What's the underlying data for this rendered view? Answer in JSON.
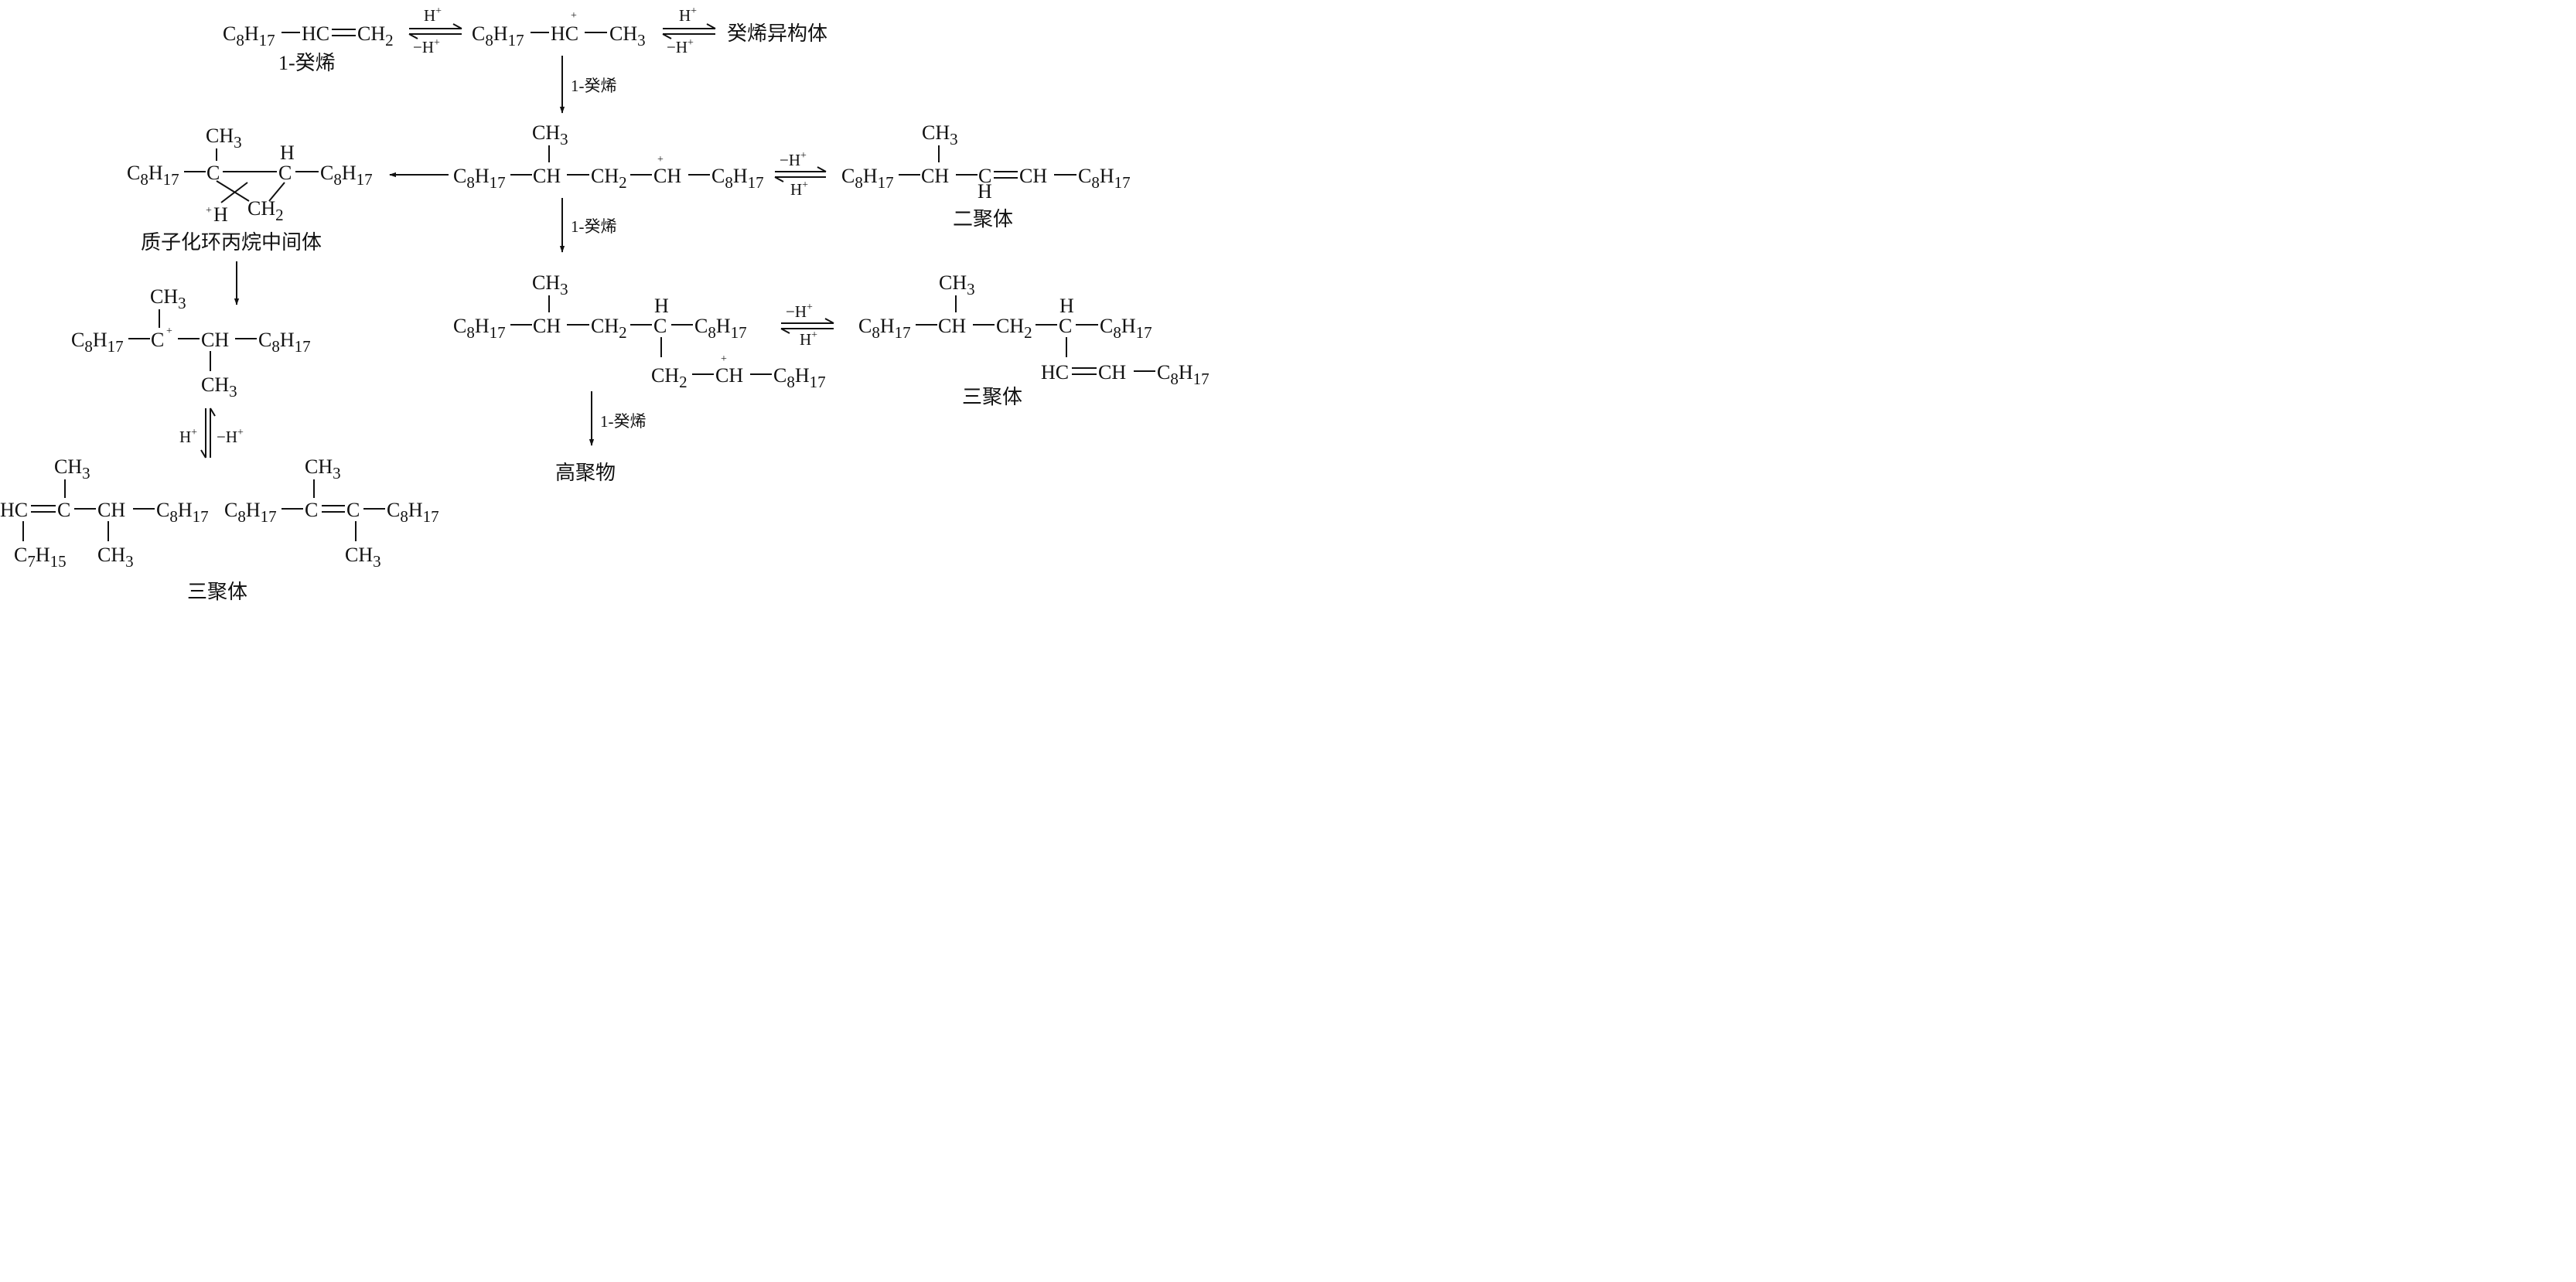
{
  "reactant_name": "1-癸烯",
  "decene_isomers": "癸烯异构体",
  "reagent_decene": "1-癸烯",
  "dimer": "二聚体",
  "trimer": "三聚体",
  "polymer": "高聚物",
  "cyclopropane_intermediate": "质子化环丙烷中间体",
  "h_plus": "H",
  "minus_h_plus": "−H",
  "plus": "+",
  "c8": "C",
  "c": "C",
  "h": "H",
  "hc": "HC",
  "ch": "CH",
  "ch2": "CH",
  "ch3": "CH",
  "sub_8": "8",
  "sub_17": "17",
  "sub_2": "2",
  "sub_3": "3",
  "c7": "C",
  "sub_7": "7",
  "sub_15": "15"
}
